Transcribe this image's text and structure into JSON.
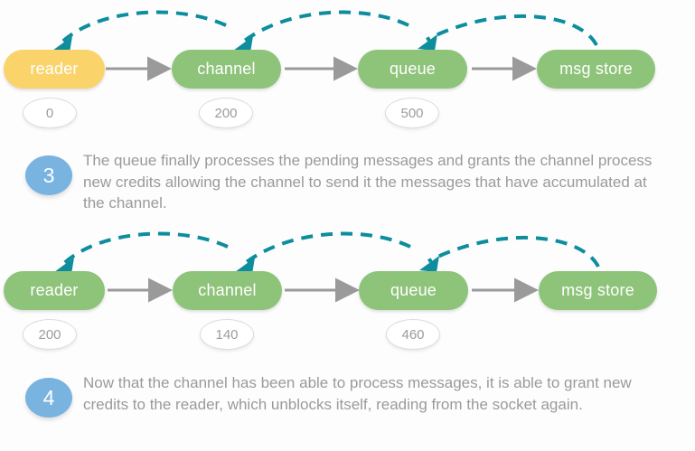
{
  "colors": {
    "background": "#fdfdfd",
    "node_green": "#8ec37a",
    "node_yellow": "#fbd36b",
    "node_label": "#ffffff",
    "flow_arrow_gray": "#9a9a9a",
    "credit_arc_teal": "#0d8d9e",
    "step_circle_blue": "#79b3e0",
    "body_text_gray": "#9a9a9a",
    "badge_border": "#dcdcdc"
  },
  "diagram_top": {
    "nodes": [
      {
        "label": "reader",
        "color": "yellow",
        "credit": "0"
      },
      {
        "label": "channel",
        "color": "green",
        "credit": "200"
      },
      {
        "label": "queue",
        "color": "green",
        "credit": "500"
      },
      {
        "label": "msg store",
        "color": "green",
        "credit": ""
      }
    ],
    "flow_arrows": [
      {
        "from": "reader",
        "to": "channel",
        "style": "solid-gray"
      },
      {
        "from": "channel",
        "to": "queue",
        "style": "solid-gray"
      },
      {
        "from": "queue",
        "to": "msg store",
        "style": "solid-gray"
      }
    ],
    "credit_arcs": [
      {
        "from": "channel",
        "to": "reader",
        "style": "dashed-teal"
      },
      {
        "from": "queue",
        "to": "channel",
        "style": "dashed-teal"
      },
      {
        "from": "msg store",
        "to": "queue",
        "style": "dashed-teal"
      }
    ]
  },
  "diagram_bottom": {
    "nodes": [
      {
        "label": "reader",
        "color": "green",
        "credit": "200"
      },
      {
        "label": "channel",
        "color": "green",
        "credit": "140"
      },
      {
        "label": "queue",
        "color": "green",
        "credit": "460"
      },
      {
        "label": "msg store",
        "color": "green",
        "credit": ""
      }
    ],
    "flow_arrows": [
      {
        "from": "reader",
        "to": "channel",
        "style": "solid-gray"
      },
      {
        "from": "channel",
        "to": "queue",
        "style": "solid-gray"
      },
      {
        "from": "queue",
        "to": "msg store",
        "style": "solid-gray"
      }
    ],
    "credit_arcs": [
      {
        "from": "channel",
        "to": "reader",
        "style": "dashed-teal"
      },
      {
        "from": "queue",
        "to": "channel",
        "style": "dashed-teal"
      },
      {
        "from": "msg store",
        "to": "queue",
        "style": "dashed-teal"
      }
    ]
  },
  "steps": [
    {
      "number": "3",
      "text": "The queue finally processes the pending messages and grants the channel process new credits allowing the channel to send it the messages that have accumulated at the channel."
    },
    {
      "number": "4",
      "text": "Now that the channel has been able to process messages, it is able to grant new credits to the reader, which unblocks itself, reading from the socket again."
    }
  ]
}
